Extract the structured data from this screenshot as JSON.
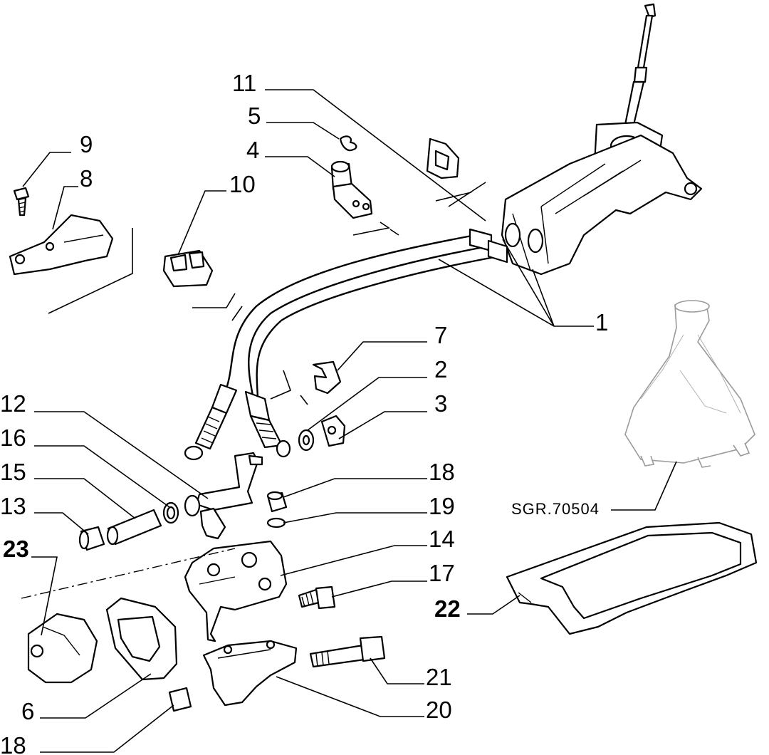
{
  "diagram": {
    "reference_code": "SGR.70504",
    "callouts": {
      "c1": "1",
      "c2": "2",
      "c3": "3",
      "c4": "4",
      "c5": "5",
      "c6": "6",
      "c7": "7",
      "c8": "8",
      "c9": "9",
      "c10": "10",
      "c11": "11",
      "c12": "12",
      "c13": "13",
      "c14": "14",
      "c15": "15",
      "c16": "16",
      "c17": "17",
      "c18a": "18",
      "c18b": "18",
      "c19": "19",
      "c20": "20",
      "c21": "21",
      "c22": "22",
      "c23": "23"
    }
  }
}
